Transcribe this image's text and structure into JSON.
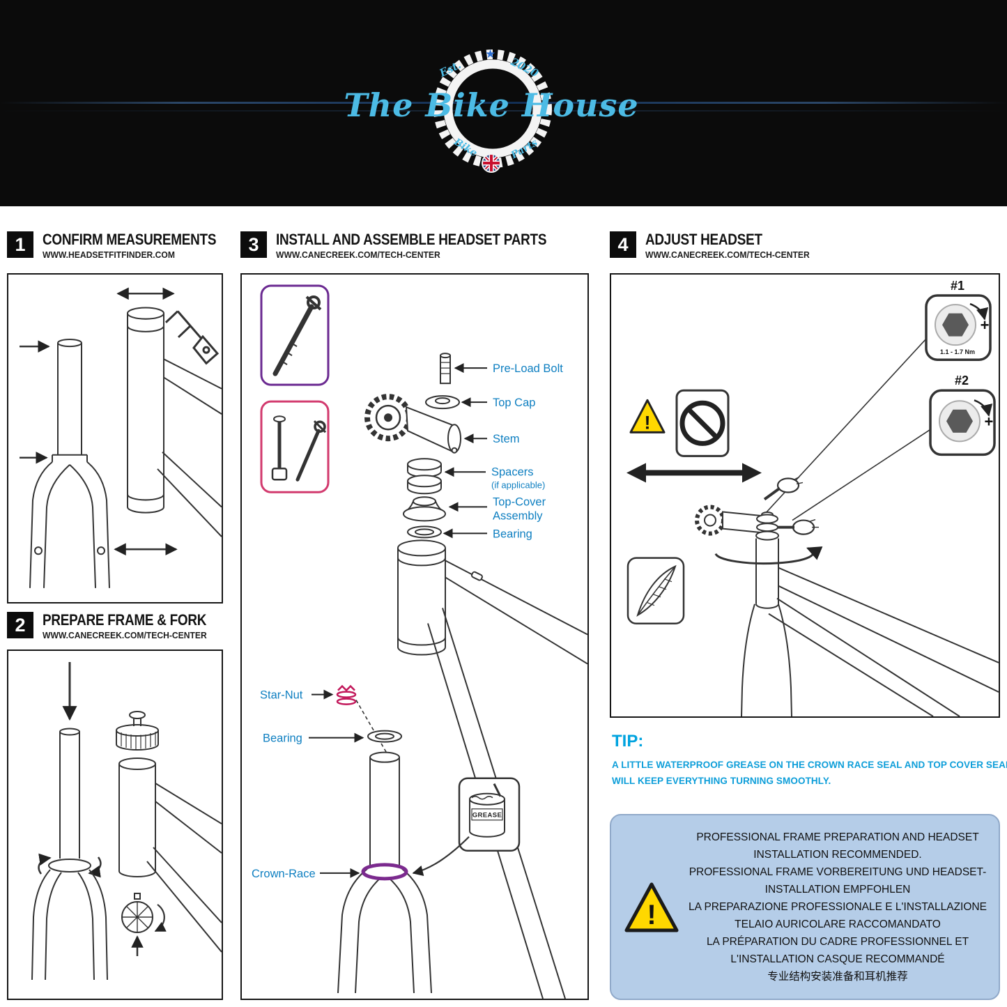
{
  "header": {
    "logo_title": "The Bike House",
    "logo_est": "Est.",
    "logo_year": "2020",
    "logo_bike": "Bike",
    "logo_parts": "Parts"
  },
  "steps": {
    "s1": {
      "num": "1",
      "title": "CONFIRM MEASUREMENTS",
      "url": "WWW.HEADSETFITFINDER.COM"
    },
    "s2": {
      "num": "2",
      "title": "PREPARE FRAME & FORK",
      "url": "WWW.CANECREEK.COM/TECH-CENTER"
    },
    "s3": {
      "num": "3",
      "title": "INSTALL AND ASSEMBLE HEADSET PARTS",
      "url": "WWW.CANECREEK.COM/TECH-CENTER"
    },
    "s4": {
      "num": "4",
      "title": "ADJUST HEADSET",
      "url": "WWW.CANECREEK.COM/TECH-CENTER"
    }
  },
  "parts": {
    "preload_bolt": "Pre-Load Bolt",
    "top_cap": "Top Cap",
    "stem": "Stem",
    "spacers": "Spacers",
    "spacers_note": "(if applicable)",
    "top_cover": "Top-Cover",
    "assembly": "Assembly",
    "bearing_upper": "Bearing",
    "star_nut": "Star-Nut",
    "bearing_lower": "Bearing",
    "crown_race": "Crown-Race",
    "grease": "GREASE"
  },
  "adjust": {
    "tool1_label": "#1",
    "tool1_torque": "1.1 - 1.7 Nm",
    "tool2_label": "#2"
  },
  "tip": {
    "heading": "TIP:",
    "line1": "A LITTLE WATERPROOF GREASE ON THE CROWN RACE SEAL AND TOP COVER SEAL",
    "line2": "WILL KEEP EVERYTHING TURNING SMOOTHLY."
  },
  "notice": {
    "lines": [
      "PROFESSIONAL FRAME PREPARATION AND HEADSET",
      "INSTALLATION RECOMMENDED.",
      "PROFESSIONAL FRAME VORBEREITUNG UND HEADSET-",
      "INSTALLATION EMPFOHLEN",
      "LA PREPARAZIONE PROFESSIONALE E L'INSTALLAZIONE",
      "TELAIO AURICOLARE RACCOMANDATO",
      "LA PRÉPARATION DU CADRE PROFESSIONNEL ET",
      "L'INSTALLATION CASQUE RECOMMANDÉ",
      "专业结构安装准备和耳机推荐"
    ]
  },
  "colors": {
    "logo_blue": "#4cbbe5",
    "label_blue": "#0e7fc1",
    "tip_blue": "#00a3df",
    "crown_race_purple": "#7b2a8e",
    "star_nut_pink": "#c2185b",
    "toolbox_purple": "#6b2a91",
    "toolbox_pink": "#d23a6e",
    "warning_yellow": "#ffd800",
    "notice_bg": "#b5cde8"
  }
}
